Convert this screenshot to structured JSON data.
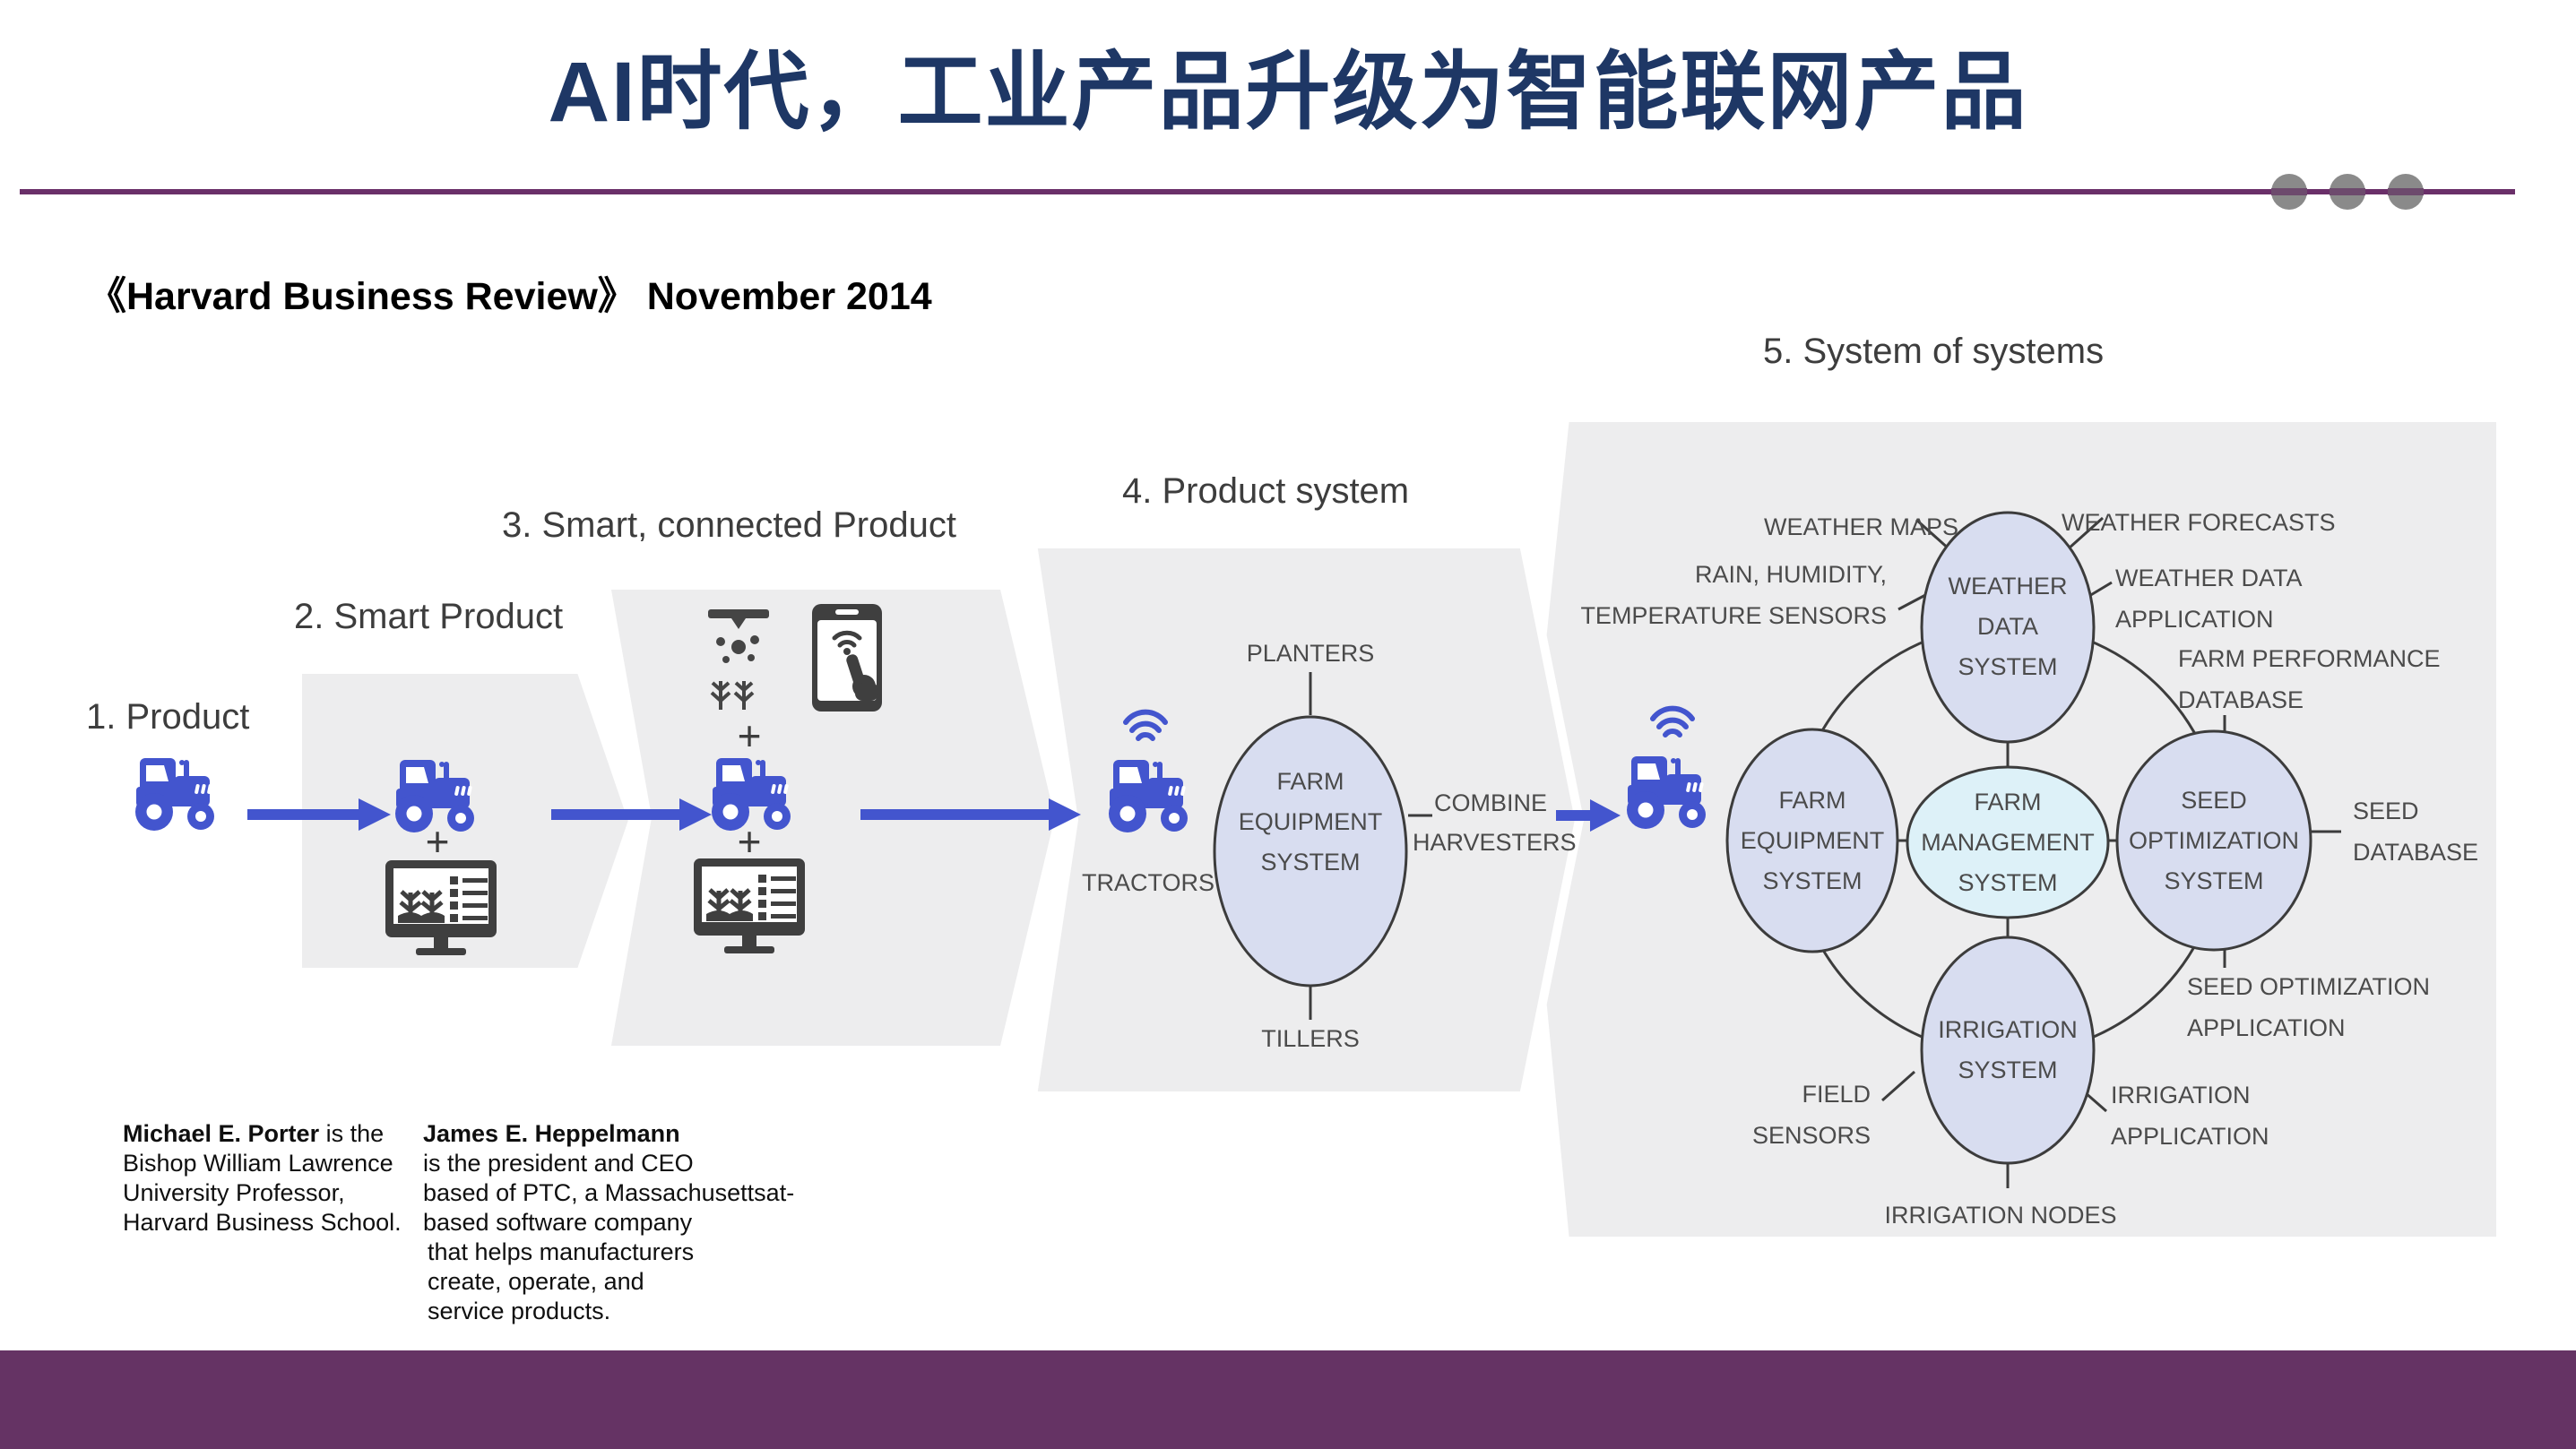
{
  "header": {
    "title": "AI时代，工业产品升级为智能联网产品",
    "subtitle": "《Harvard Business Review》  November 2014"
  },
  "stages": {
    "s1": "1. Product",
    "s2": "2. Smart Product",
    "s3": "3. Smart, connected Product",
    "s4": "4. Product system",
    "s5": "5. System of systems"
  },
  "plus": "+",
  "product_system": {
    "node": [
      "FARM",
      "EQUIPMENT",
      "SYSTEM"
    ],
    "planters": "PLANTERS",
    "tractors": "TRACTORS",
    "combine": [
      "COMBINE",
      "HARVESTERS"
    ],
    "tillers": "TILLERS"
  },
  "system_of_systems": {
    "weather_node": [
      "WEATHER",
      "DATA",
      "SYSTEM"
    ],
    "equipment_node": [
      "FARM",
      "EQUIPMENT",
      "SYSTEM"
    ],
    "management_node": [
      "FARM",
      "MANAGEMENT",
      "SYSTEM"
    ],
    "seed_node": [
      "SEED",
      "OPTIMIZATION",
      "SYSTEM"
    ],
    "irrigation_node": [
      "IRRIGATION",
      "SYSTEM"
    ],
    "weather_maps": "WEATHER MAPS",
    "weather_forecasts": "WEATHER FORECASTS",
    "rain_sensors": [
      "RAIN, HUMIDITY,",
      "TEMPERATURE SENSORS"
    ],
    "weather_data_app": [
      "WEATHER DATA",
      "APPLICATION"
    ],
    "farm_perf_db": [
      "FARM PERFORMANCE",
      "DATABASE"
    ],
    "seed_db": [
      "SEED",
      "DATABASE"
    ],
    "seed_opt_app": [
      "SEED OPTIMIZATION",
      "APPLICATION"
    ],
    "irrigation_app": [
      "IRRIGATION",
      "APPLICATION"
    ],
    "field_sensors": [
      "FIELD",
      "SENSORS"
    ],
    "irrigation_nodes": "IRRIGATION NODES"
  },
  "footnotes": {
    "porter": {
      "name": "Michael E. Porter",
      "rest": " is the",
      "lines": [
        "Bishop William Lawrence",
        "University Professor,",
        "Harvard Business School."
      ]
    },
    "heppelmann": {
      "name": "James E. Heppelmann",
      "lines": [
        "is the president and CEO",
        "based of PTC, a Massachusettsat-",
        "based software company",
        "that helps manufacturers",
        "create, operate, and",
        "service products."
      ]
    }
  },
  "colors": {
    "accent_blue": "#4355CE",
    "title_navy": "#1E3765",
    "divider_purple": "#6A2F69",
    "footer_purple": "#653364",
    "panel_gray": "#EDEDEE",
    "node_fill": "#D8DDF0",
    "node_center_fill": "#DDF1F8",
    "line_dark": "#3C3C3C"
  }
}
